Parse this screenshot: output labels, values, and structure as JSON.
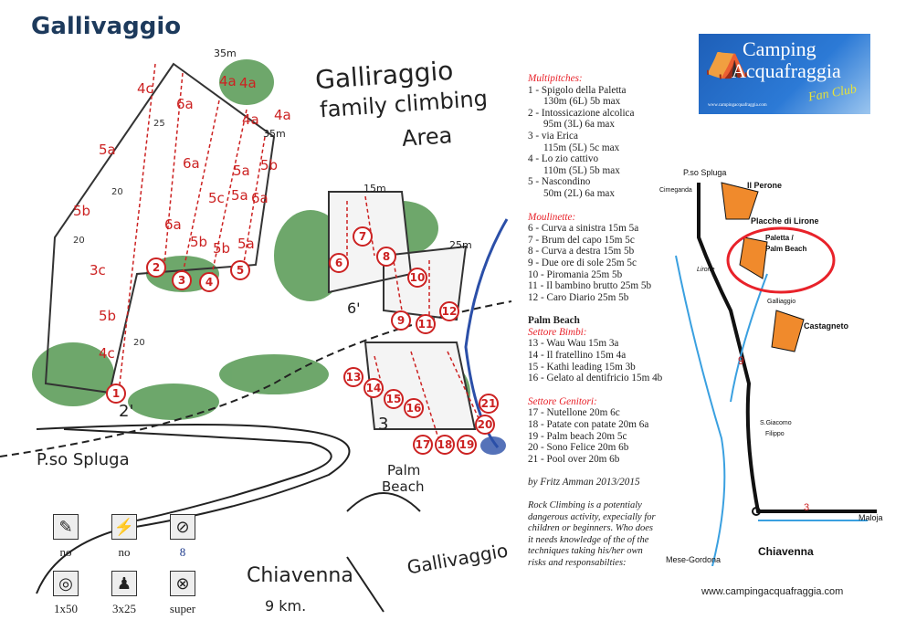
{
  "title": "Gallivaggio",
  "sketch": {
    "heading_line1": "Galliraggio",
    "heading_line2": "family climbing",
    "heading_line3": "Area",
    "road_spluga": "P.so Spluga",
    "road_chiavenna": "Chiavenna",
    "chiavenna_dist": "9 km.",
    "village": "Gallivaggio",
    "palm_beach_1": "Palm",
    "palm_beach_2": "Beach",
    "len_15": "15m",
    "len_25": "25m",
    "len_35a": "35m",
    "len_35b": "35m",
    "walk_6": "6'",
    "walk_2": "2'",
    "walk_3": "3",
    "route_labels": [
      "1",
      "2",
      "3",
      "4",
      "5",
      "6",
      "7",
      "8",
      "9",
      "10",
      "11",
      "12",
      "13",
      "14",
      "15",
      "16",
      "17",
      "18",
      "19",
      "20",
      "21"
    ],
    "grades": [
      "4c",
      "6a",
      "4a",
      "4a",
      "4a",
      "4a",
      "5a",
      "6a",
      "5a",
      "5b",
      "5c",
      "5a",
      "6a",
      "5b",
      "6a",
      "5b",
      "5b",
      "5a",
      "3c",
      "5b",
      "4c",
      "25",
      "20",
      "20",
      "20"
    ]
  },
  "legend": [
    {
      "icon": "quickdraw-icon",
      "label": "no"
    },
    {
      "icon": "bolt-icon",
      "label": "no"
    },
    {
      "icon": "carabiner-icon",
      "label": "8"
    },
    {
      "icon": "rope-icon",
      "label": "1x50"
    },
    {
      "icon": "abseil-icon",
      "label": "3x25"
    },
    {
      "icon": "anchor-icon",
      "label": "super"
    }
  ],
  "multipitches": {
    "heading": "Multipitches:",
    "routes": [
      {
        "name": "1 - Spigolo della Paletta",
        "info": "130m (6L) 5b max"
      },
      {
        "name": "2 - Intossicazione alcolica",
        "info": "95m (3L) 6a max"
      },
      {
        "name": "3 - via Erica",
        "info": "115m (5L) 5c max"
      },
      {
        "name": "4 - Lo zio cattivo",
        "info": "110m (5L)  5b max"
      },
      {
        "name": "5 - Nascondino",
        "info": "50m (2L) 6a max"
      }
    ]
  },
  "moulinette": {
    "heading": "Moulinette:",
    "routes": [
      "6 - Curva a sinistra 15m 5a",
      "7 - Brum del capo 15m 5c",
      "8 - Curva a destra 15m 5b",
      "9 - Due ore di sole 25m 5c",
      "10 - Piromania 25m 5b",
      "11 - Il bambino brutto 25m 5b",
      "12 - Caro Diario 25m 5b"
    ]
  },
  "palm_beach": {
    "heading": "Palm Beach",
    "bimbi": {
      "heading": "Settore Bimbi:",
      "routes": [
        "13 - Wau Wau 15m 3a",
        "14 - Il fratellino 15m 4a",
        "15 - Kathi leading 15m 3b",
        "16 - Gelato al dentifricio 15m 4b"
      ]
    },
    "genitori": {
      "heading": "Settore Genitori:",
      "routes": [
        "17 - Nutellone 20m 6c",
        "18 - Patate con patate 20m 6a",
        "19 - Palm beach 20m 5c",
        "20 - Sono Felice 20m 6b",
        "21 - Pool over 20m 6b"
      ]
    }
  },
  "author": "by Fritz Amman 2013/2015",
  "disclaimer": "Rock Climbing is a potentialy dangerous activity, expecially for children or beginners. Who does it needs knowledge of the of the techniques taking his/her own risks and responsabilties:",
  "logo": {
    "line1": "Camping",
    "line2": "Acquafraggia",
    "tagline": "Fan Club",
    "url": "www.campingacquafraggia.com"
  },
  "overview": {
    "p_spluga": "P.so Spluga",
    "cimeganda": "Cimeganda",
    "perone": "Il Perone",
    "placche": "Placche di Lirone",
    "paletta": "Paletta /",
    "palm": "Palm Beach",
    "lirone": "Lirone",
    "gallivaggio": "Galliaggio",
    "castagneto": "Castagneto",
    "road9": "9",
    "sgiacomo": "S.Giacomo",
    "filippo": "Filippo",
    "mese": "Mese-Gordona",
    "chiavenna": "Chiavenna",
    "maloja": "Maloja",
    "road3": "3"
  },
  "footer_url": "www.campingacquafraggia.com",
  "colors": {
    "route": "#c22",
    "highlight": "#e8222a",
    "rock": "#f08a2c",
    "river": "#3aa0e0",
    "title": "#1d3a5c"
  }
}
